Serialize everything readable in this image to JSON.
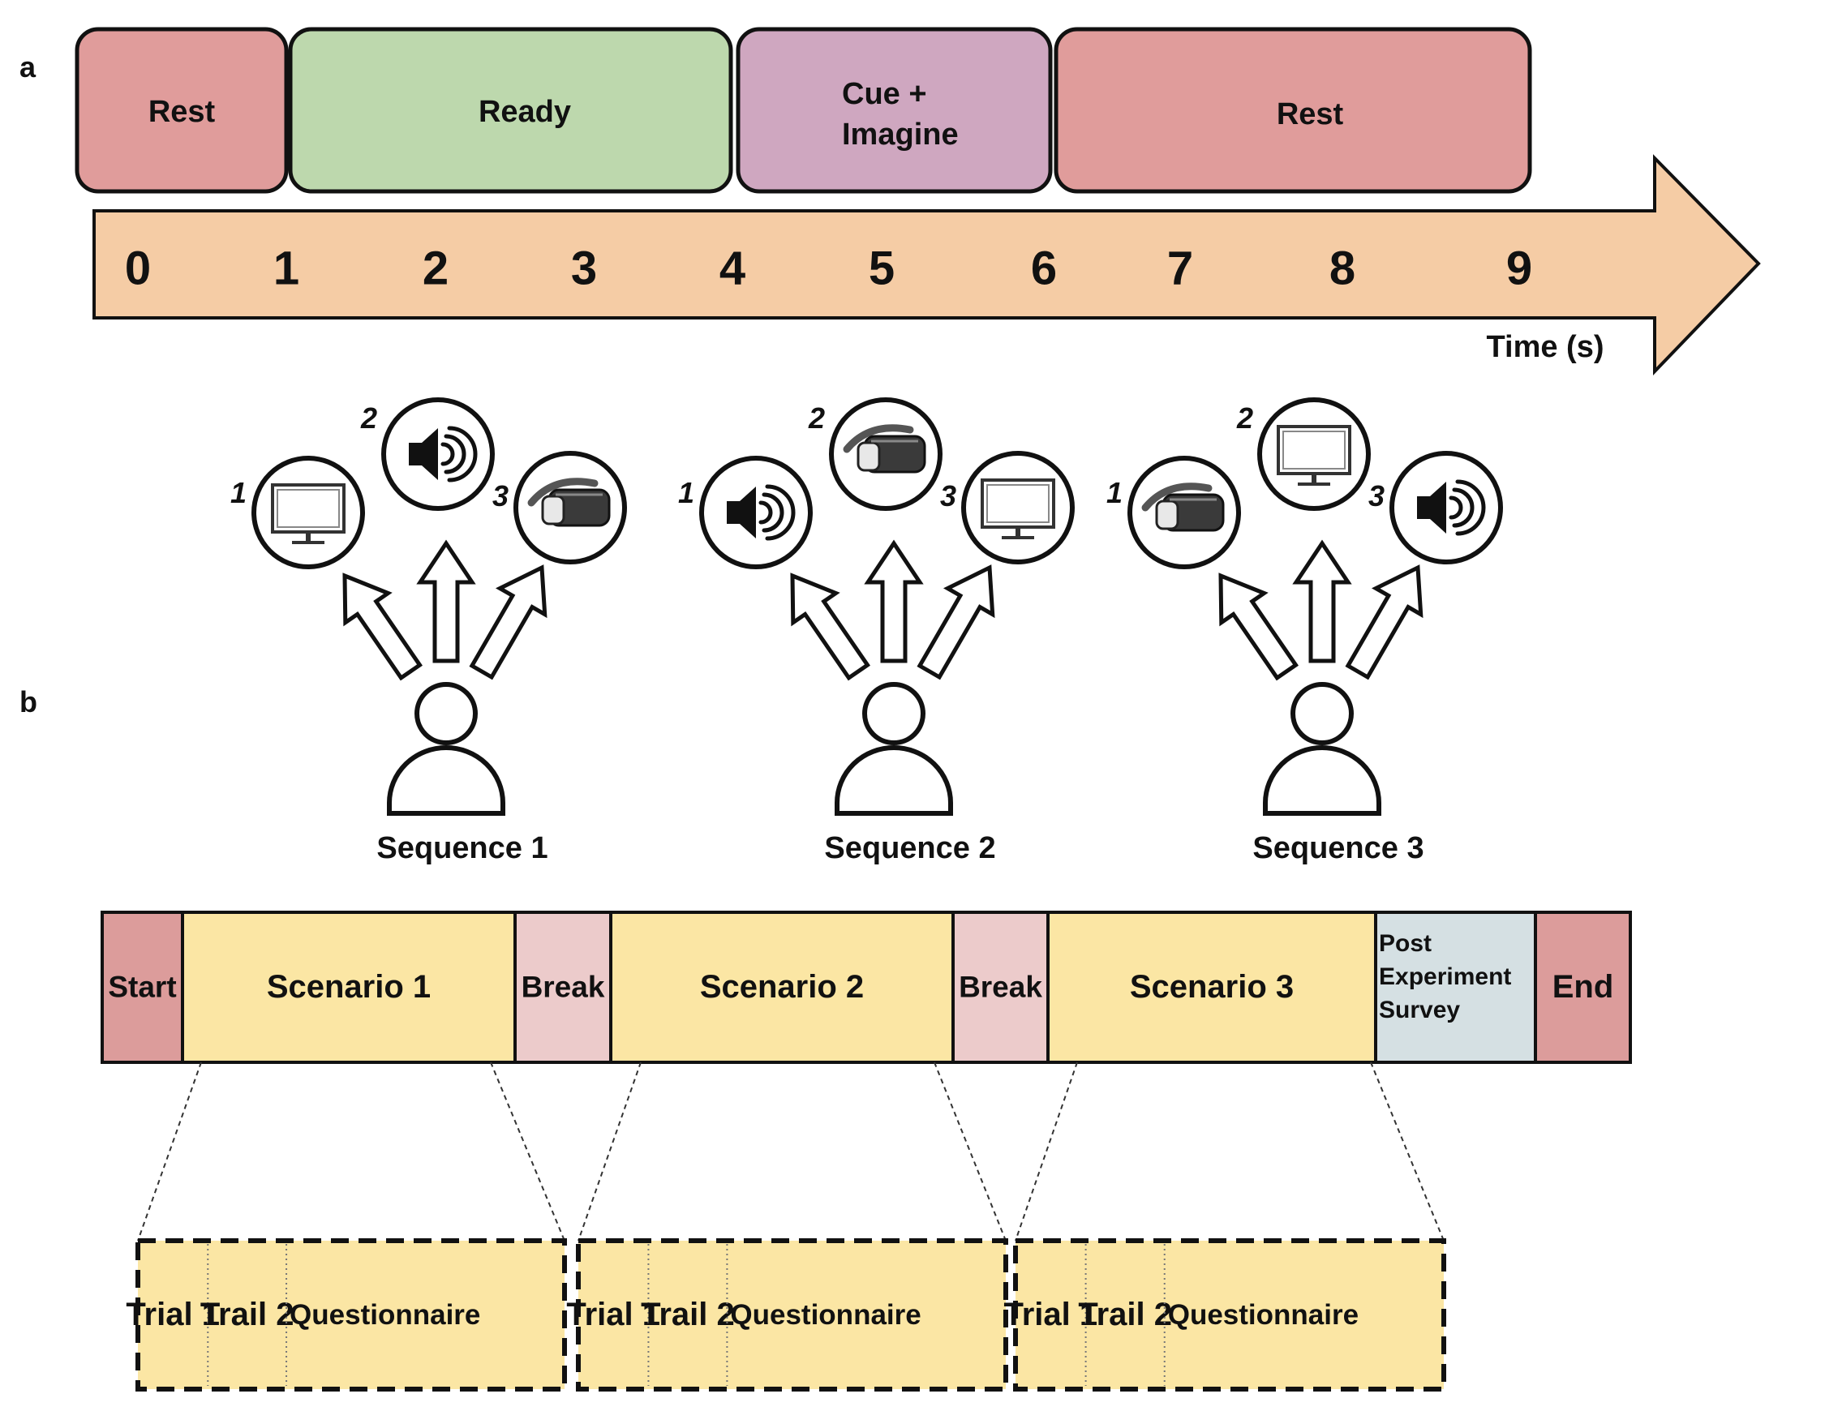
{
  "panels": {
    "a": "a",
    "b": "b"
  },
  "timeline": {
    "phases": [
      {
        "label": "Rest",
        "color": "#e09c9b"
      },
      {
        "label": "Ready",
        "color": "#bdd8ad"
      },
      {
        "label_lines": [
          "Cue +",
          "Imagine"
        ],
        "color": "#cfa7c0"
      },
      {
        "label": "Rest",
        "color": "#e09c9b"
      }
    ],
    "ticks": [
      "0",
      "1",
      "2",
      "3",
      "4",
      "5",
      "6",
      "7",
      "8",
      "9"
    ],
    "axis_label": "Time (s)",
    "arrow_color": "#f5cca5"
  },
  "sequences": [
    {
      "label": "Sequence 1",
      "items": [
        {
          "num": "1",
          "icon": "monitor-icon"
        },
        {
          "num": "2",
          "icon": "speaker-icon"
        },
        {
          "num": "3",
          "icon": "vr-headset-icon"
        }
      ]
    },
    {
      "label": "Sequence 2",
      "items": [
        {
          "num": "1",
          "icon": "speaker-icon"
        },
        {
          "num": "2",
          "icon": "vr-headset-icon"
        },
        {
          "num": "3",
          "icon": "monitor-icon"
        }
      ]
    },
    {
      "label": "Sequence 3",
      "items": [
        {
          "num": "1",
          "icon": "vr-headset-icon"
        },
        {
          "num": "2",
          "icon": "monitor-icon"
        },
        {
          "num": "3",
          "icon": "speaker-icon"
        }
      ]
    }
  ],
  "protocol": {
    "blocks": [
      {
        "label": "Start",
        "color": "#dc9c9b"
      },
      {
        "label": "Scenario 1",
        "color": "#fbe6a4"
      },
      {
        "label": "Break",
        "color": "#eccbcb"
      },
      {
        "label": "Scenario 2",
        "color": "#fbe6a4"
      },
      {
        "label": "Break",
        "color": "#eccbcb"
      },
      {
        "label": "Scenario 3",
        "color": "#fbe6a4"
      },
      {
        "label_lines": [
          "Post",
          "Experiment",
          "Survey"
        ],
        "color": "#d5e0e3"
      },
      {
        "label": "End",
        "color": "#dc9c9b"
      }
    ],
    "scenario_details": [
      [
        "Trial 1",
        "Trail 2",
        "Questionnaire"
      ],
      [
        "Trial 1",
        "Trail 2",
        "Questionnaire"
      ],
      [
        "Trial 1",
        "Trail 2",
        "Questionnaire"
      ]
    ]
  }
}
